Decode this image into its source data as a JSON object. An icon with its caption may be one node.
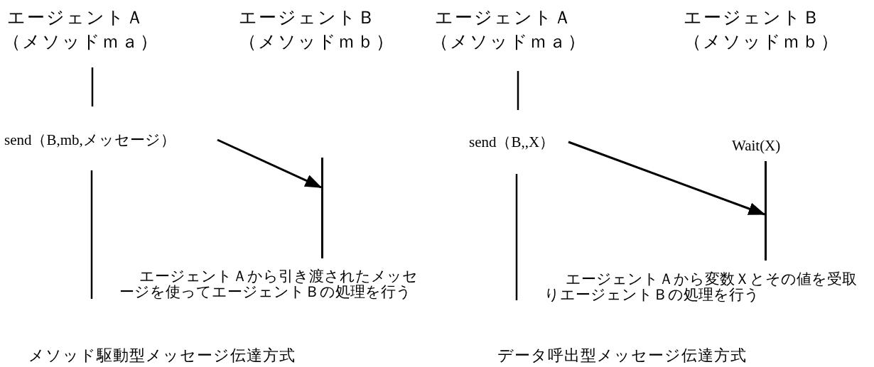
{
  "diagram": {
    "nodes": [
      {
        "text": [
          "send（B,mb,メッセージ）"
        ]
      },
      {
        "text": [],
        "shape": "bar"
      },
      {
        "text": [
          "send（B,,X）"
        ]
      },
      {
        "text": [],
        "shape": "bar"
      }
    ],
    "edges": [
      {
        "from": 0,
        "to": 1,
        "arrow": "to"
      },
      {
        "from": 2,
        "to": 3,
        "arrow": "to"
      }
    ],
    "labels": [
      "エージェントＡ",
      "（メソッドｍａ）",
      "エージェントＢ",
      "（メソッドｍｂ）",
      "エージェントＡ",
      "（メソッドｍａ）",
      "エージェントＢ",
      "（メソッドｍｂ）",
      "Wait(X)",
      "エージェントＡから引き渡されたメッセージを使ってエージェントＢの処理を行う",
      "エージェントＡから変数Ｘとその値を受取りエージェントＢの処理を行う",
      "メソッド駆動型メッセージ伝達方式",
      "データ呼出型メッセージ伝達方式"
    ]
  }
}
